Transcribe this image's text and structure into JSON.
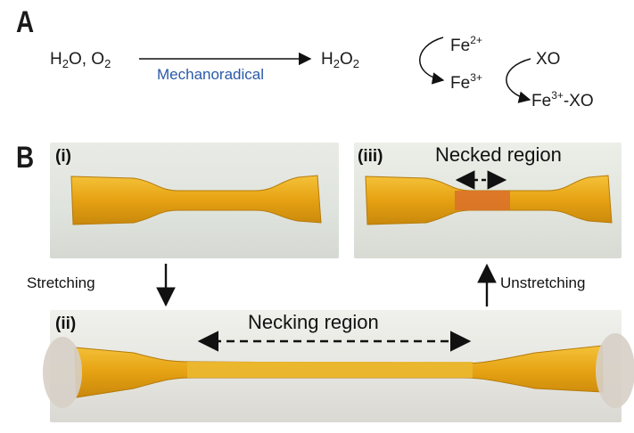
{
  "panelA": {
    "letter": "A",
    "reactant": {
      "h2o": "H",
      "h2o_sub": "2",
      "h2o_rest": "O, O",
      "o2_sub": "2"
    },
    "arrow_label": "Mechanoradical",
    "product": {
      "h": "H",
      "sub1": "2",
      "o": "O",
      "sub2": "2"
    },
    "fe2": {
      "text": "Fe",
      "sup": "2+"
    },
    "fe3": {
      "text": "Fe",
      "sup": "3+"
    },
    "xo": "XO",
    "complex": {
      "text": "Fe",
      "sup": "3+",
      "rest": "-XO"
    }
  },
  "panelB": {
    "letter": "B",
    "i": "(i)",
    "ii": "(ii)",
    "iii": "(iii)",
    "necked_region": "Necked region",
    "necking_region": "Necking region",
    "stretching": "Stretching",
    "unstretching": "Unstretching"
  },
  "colors": {
    "arrow_label": "#2a5aa8",
    "gel": "#e8a81a",
    "necked": "#d9702a"
  }
}
